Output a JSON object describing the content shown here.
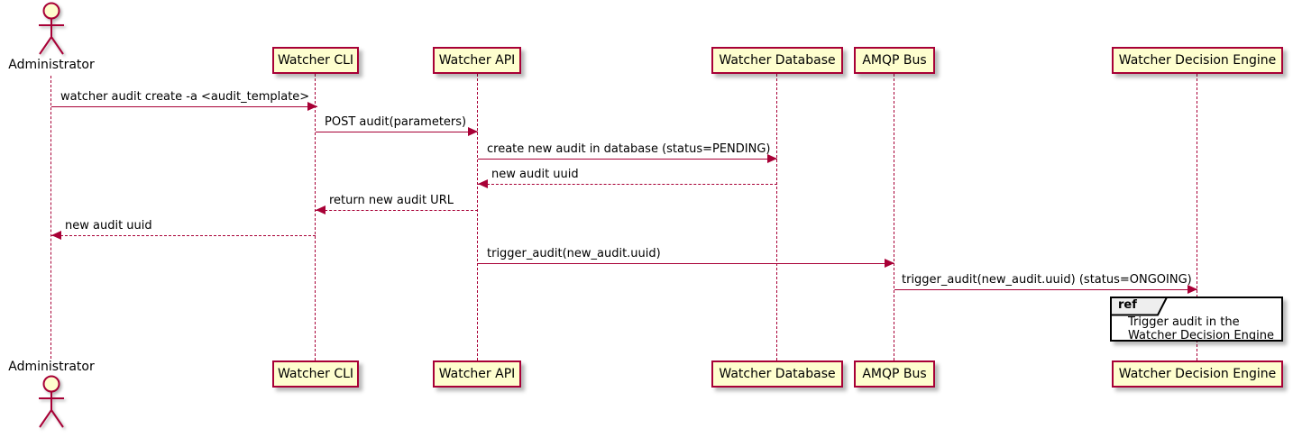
{
  "actor": {
    "label": "Administrator"
  },
  "participants": [
    {
      "label": "Watcher CLI"
    },
    {
      "label": "Watcher API"
    },
    {
      "label": "Watcher Database"
    },
    {
      "label": "AMQP Bus"
    },
    {
      "label": "Watcher Decision Engine"
    }
  ],
  "messages": [
    {
      "text": "watcher audit create -a <audit_template>",
      "type": "solid",
      "from": "Administrator",
      "to": "Watcher CLI"
    },
    {
      "text": "POST audit(parameters)",
      "type": "solid",
      "from": "Watcher CLI",
      "to": "Watcher API"
    },
    {
      "text": "create new audit in database (status=PENDING)",
      "type": "solid",
      "from": "Watcher API",
      "to": "Watcher Database"
    },
    {
      "text": "new audit uuid",
      "type": "dashed",
      "from": "Watcher Database",
      "to": "Watcher API"
    },
    {
      "text": "return new audit URL",
      "type": "dashed",
      "from": "Watcher API",
      "to": "Watcher CLI"
    },
    {
      "text": "new audit uuid",
      "type": "dashed",
      "from": "Watcher CLI",
      "to": "Administrator"
    },
    {
      "text": "trigger_audit(new_audit.uuid)",
      "type": "solid",
      "from": "Watcher API",
      "to": "AMQP Bus"
    },
    {
      "text": "trigger_audit(new_audit.uuid) (status=ONGOING)",
      "type": "solid",
      "from": "AMQP Bus",
      "to": "Watcher Decision Engine"
    }
  ],
  "ref": {
    "keyword": "ref",
    "line1": "Trigger audit in the",
    "line2": "Watcher Decision Engine"
  },
  "colors": {
    "participant_fill": "#FEFECE",
    "stroke": "#A80036",
    "ref_border": "#000000",
    "ref_header_fill": "#EEEEEE",
    "background": "#FFFFFF"
  }
}
